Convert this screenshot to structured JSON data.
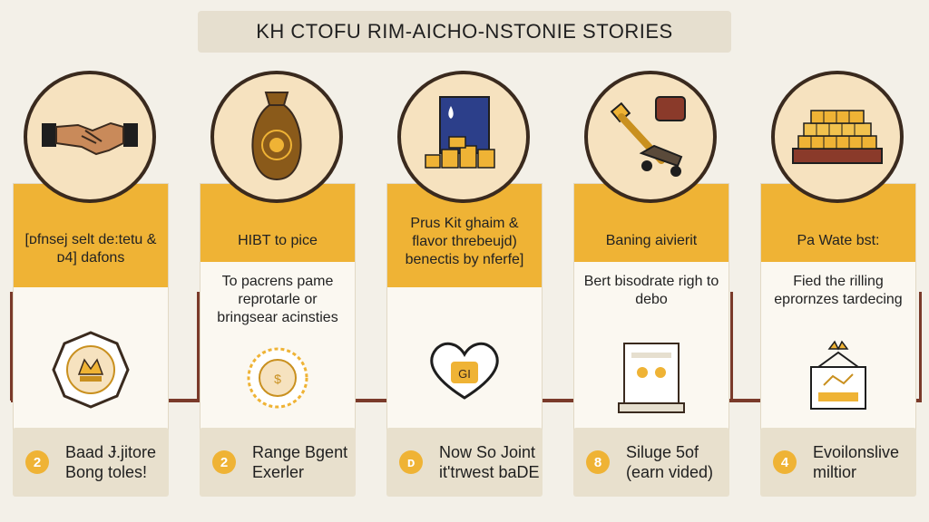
{
  "title": "KH CTOFU RIM-AICHO-NSTONIE STORIES",
  "steps": [
    {
      "icon": "handshake-icon",
      "head": "[ᴅfnsej selt de:tetu & ᴅ4] dafons",
      "sub": "",
      "badge": "2",
      "bottom": "Baad Ɉ.jitore Bong toles!"
    },
    {
      "icon": "money-bag-icon",
      "head": "HIBT to pice",
      "sub": "To pacrens pame reprotarle or bringsear acinsties",
      "badge": "2",
      "bottom": "Range Bgent Exerler"
    },
    {
      "icon": "stacked-boxes-icon",
      "head": "Prus Kit ghaim & flavor threbeujd) benectis by nferfe]",
      "sub": "",
      "badge": "ᴅ",
      "bottom": "Now So Joint it'trwest baDE"
    },
    {
      "icon": "tool-cart-icon",
      "head": "Baning aivierit",
      "sub": "Bert bisodrate righ to debo",
      "badge": "8",
      "bottom": "Siluge 5of (earn vided)"
    },
    {
      "icon": "gold-bars-icon",
      "head": "Pa Wate bst:",
      "sub": "Fied the rilling eprornzes tardecing",
      "badge": "4",
      "bottom": "Evoilonslive miltior"
    }
  ],
  "colors": {
    "accent": "#efb335",
    "line": "#7a3a2a",
    "background": "#f3f0e8"
  }
}
